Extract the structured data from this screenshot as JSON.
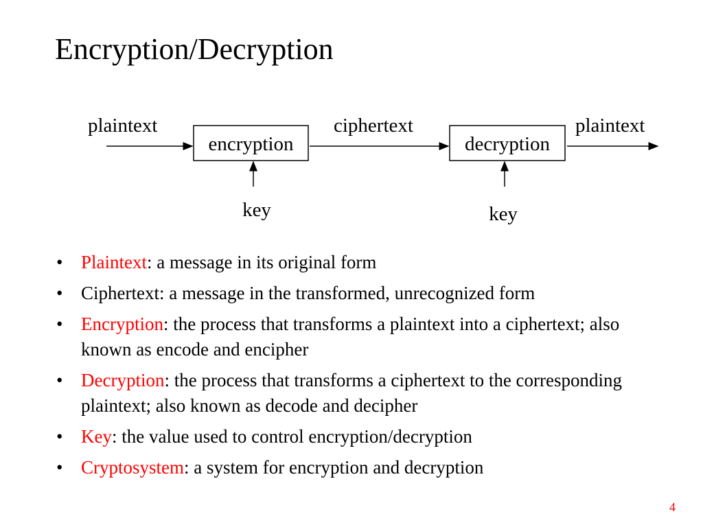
{
  "slide": {
    "title": "Encryption/Decryption",
    "page_number": "4"
  },
  "diagram": {
    "input_label": "plaintext",
    "encryption_label": "encryption",
    "middle_label": "ciphertext",
    "decryption_label": "decryption",
    "output_label": "plaintext",
    "key_left_label": "key",
    "key_right_label": "key"
  },
  "bullets": [
    {
      "term": "Plaintext",
      "text": ": a message in its original form",
      "term_color": "#ff0000"
    },
    {
      "term": "",
      "text": "Ciphertext: a message in the transformed, unrecognized form",
      "term_color": "#000000"
    },
    {
      "term": "Encryption",
      "text": ": the process that transforms a plaintext into a ciphertext; also known as encode and encipher",
      "term_color": "#ff0000"
    },
    {
      "term": "Decryption",
      "text": ": the process that transforms a ciphertext to the corresponding plaintext; also known as decode and decipher",
      "term_color": "#ff0000"
    },
    {
      "term": "Key",
      "text": ": the value used to control encryption/decryption",
      "term_color": "#ff0000"
    },
    {
      "term": "Cryptosystem",
      "text": ": a system for encryption and decryption",
      "term_color": "#ff0000"
    }
  ],
  "colors": {
    "highlight": "#ff0000",
    "text": "#000000",
    "background": "#ffffff"
  }
}
